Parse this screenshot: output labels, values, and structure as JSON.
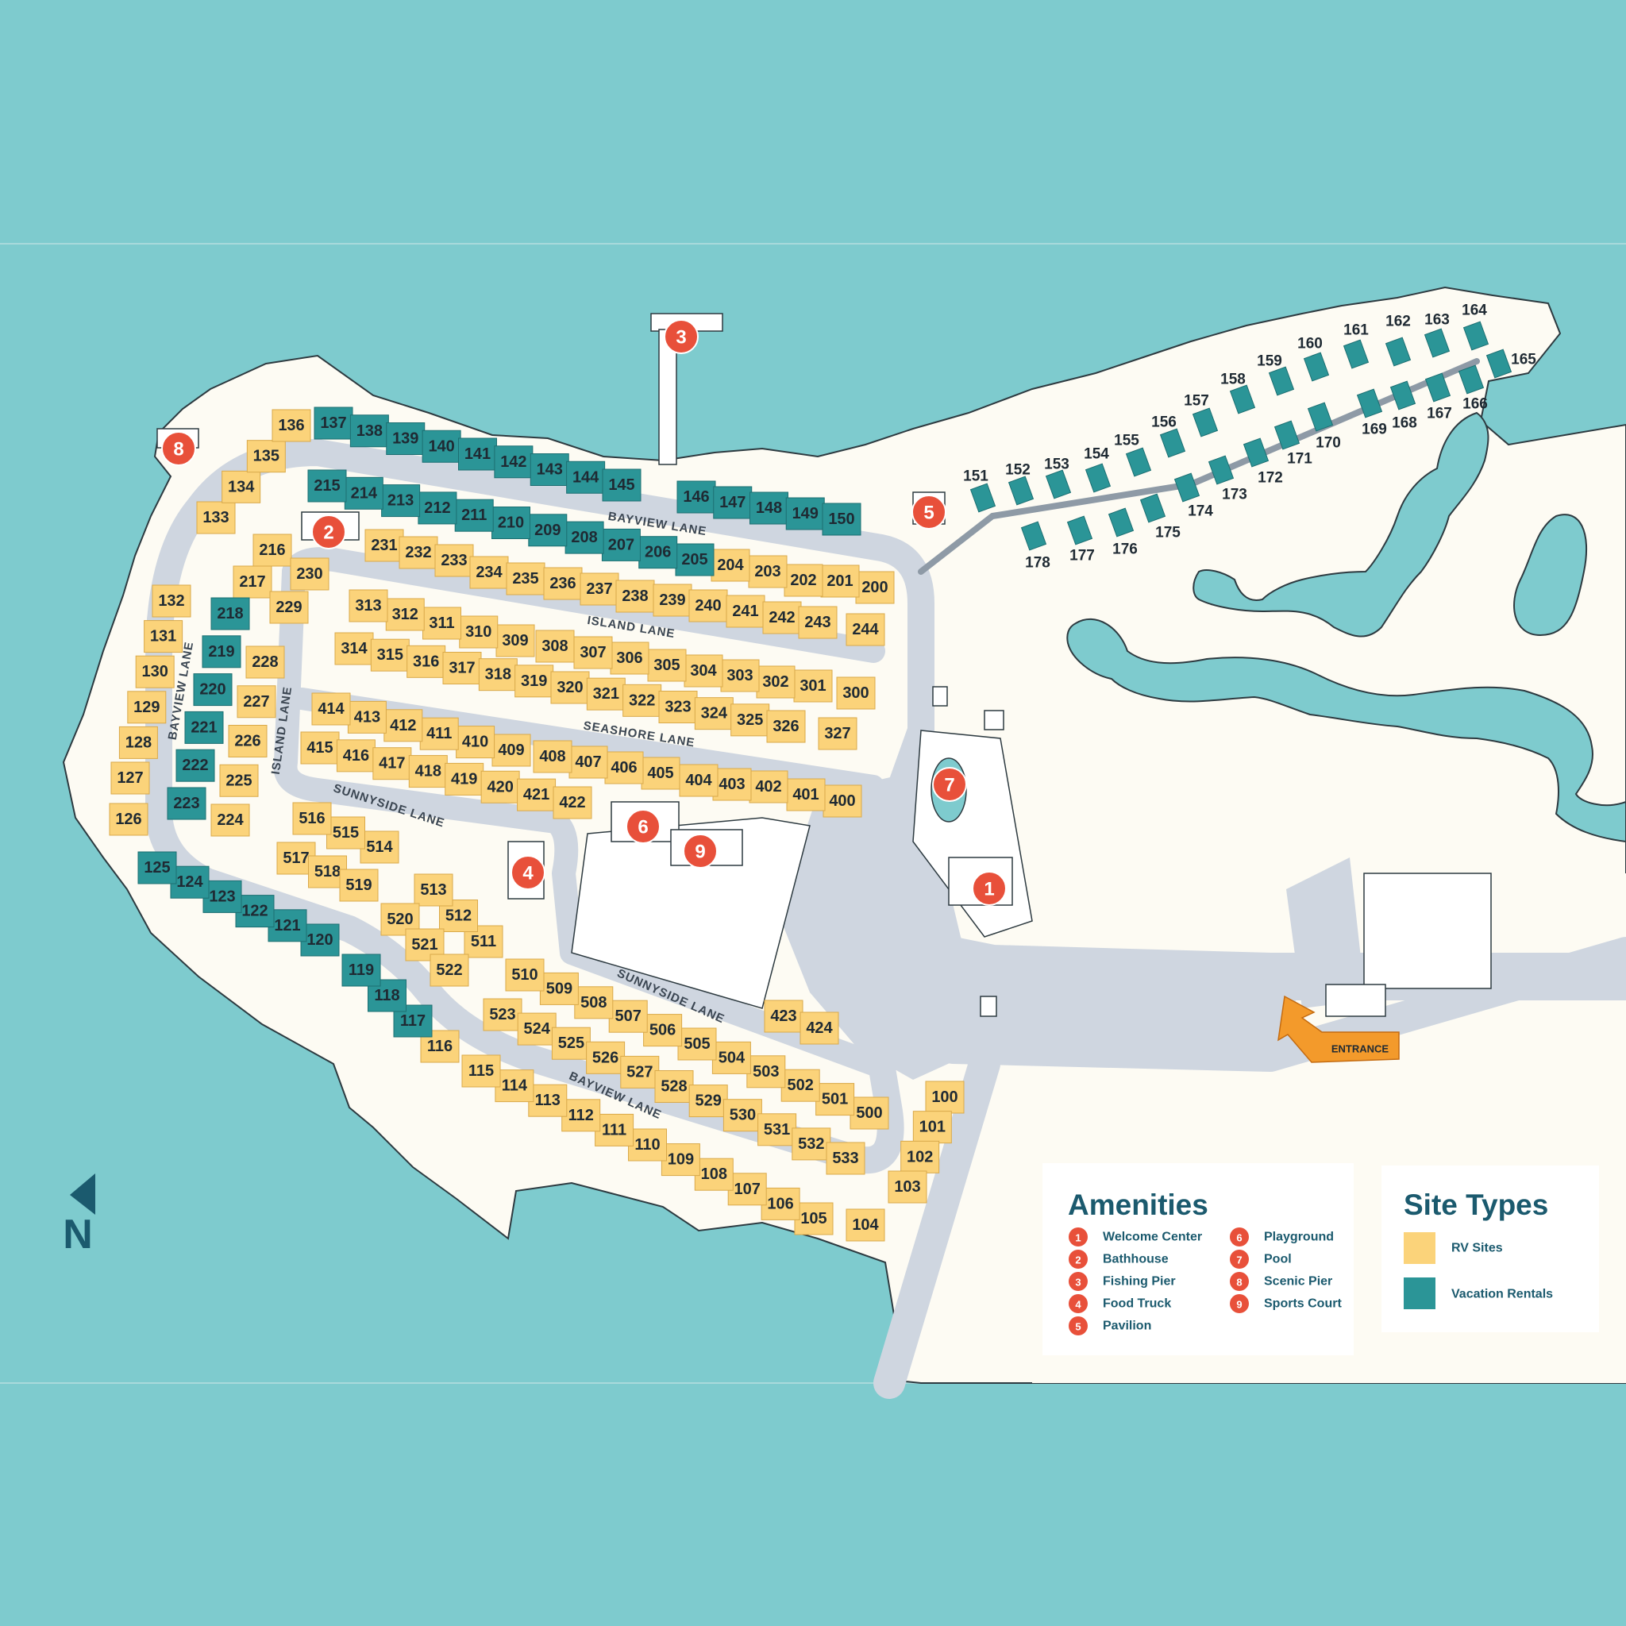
{
  "colors": {
    "water": "#7ecbce",
    "land": "#fdfbf3",
    "road": "#cfd6e0",
    "rv": "#fbd37a",
    "rental": "#2b9597",
    "amenity": "#e8503a",
    "entrance": "#f39a2b",
    "legend_text": "#1b5a6e"
  },
  "compass": {
    "label": "N"
  },
  "lanes": [
    {
      "id": "bayview-north",
      "label": "BAYVIEW LANE"
    },
    {
      "id": "bayview-west",
      "label": "BAYVIEW LANE"
    },
    {
      "id": "island-west",
      "label": "ISLAND LANE"
    },
    {
      "id": "island-main",
      "label": "ISLAND LANE"
    },
    {
      "id": "seashore",
      "label": "SEASHORE LANE"
    },
    {
      "id": "sunnyside-west",
      "label": "SUNNYSIDE LANE"
    },
    {
      "id": "sunnyside-east",
      "label": "SUNNYSIDE LANE"
    },
    {
      "id": "bayview-south",
      "label": "BAYVIEW LANE"
    }
  ],
  "entrance_label": "ENTRANCE",
  "amenity_pins": [
    "1",
    "2",
    "3",
    "4",
    "5",
    "6",
    "7",
    "8",
    "9"
  ],
  "rv_sites": [
    "100",
    "101",
    "102",
    "103",
    "104",
    "105",
    "106",
    "107",
    "108",
    "109",
    "110",
    "111",
    "112",
    "113",
    "114",
    "115",
    "116",
    "126",
    "127",
    "128",
    "129",
    "130",
    "131",
    "132",
    "133",
    "134",
    "135",
    "136",
    "200",
    "201",
    "202",
    "203",
    "204",
    "216",
    "217",
    "224",
    "225",
    "226",
    "227",
    "228",
    "229",
    "230",
    "231",
    "232",
    "233",
    "234",
    "235",
    "236",
    "237",
    "238",
    "239",
    "240",
    "241",
    "242",
    "243",
    "244",
    "300",
    "301",
    "302",
    "303",
    "304",
    "305",
    "306",
    "307",
    "308",
    "309",
    "310",
    "311",
    "312",
    "313",
    "314",
    "315",
    "316",
    "317",
    "318",
    "319",
    "320",
    "321",
    "322",
    "323",
    "324",
    "325",
    "326",
    "327",
    "400",
    "401",
    "402",
    "403",
    "404",
    "405",
    "406",
    "407",
    "408",
    "409",
    "410",
    "411",
    "412",
    "413",
    "414",
    "415",
    "416",
    "417",
    "418",
    "419",
    "420",
    "421",
    "422",
    "423",
    "424",
    "500",
    "501",
    "502",
    "503",
    "504",
    "505",
    "506",
    "507",
    "508",
    "509",
    "510",
    "511",
    "512",
    "513",
    "514",
    "515",
    "516",
    "517",
    "518",
    "519",
    "520",
    "521",
    "522",
    "523",
    "524",
    "525",
    "526",
    "527",
    "528",
    "529",
    "530",
    "531",
    "532",
    "533"
  ],
  "rental_sites": [
    "117",
    "118",
    "119",
    "120",
    "121",
    "122",
    "123",
    "124",
    "125",
    "137",
    "138",
    "139",
    "140",
    "141",
    "142",
    "143",
    "144",
    "145",
    "146",
    "147",
    "148",
    "149",
    "150",
    "205",
    "206",
    "207",
    "208",
    "209",
    "210",
    "211",
    "212",
    "213",
    "214",
    "215",
    "218",
    "219",
    "220",
    "221",
    "222",
    "223"
  ],
  "cabins": [
    "151",
    "152",
    "153",
    "154",
    "155",
    "156",
    "157",
    "158",
    "159",
    "160",
    "161",
    "162",
    "163",
    "164",
    "165",
    "166",
    "167",
    "168",
    "169",
    "170",
    "171",
    "172",
    "173",
    "174",
    "175",
    "176",
    "177",
    "178"
  ],
  "legend": {
    "amenities_title": "Amenities",
    "amenities": [
      {
        "num": "1",
        "label": "Welcome Center"
      },
      {
        "num": "2",
        "label": "Bathhouse"
      },
      {
        "num": "3",
        "label": "Fishing Pier"
      },
      {
        "num": "4",
        "label": "Food Truck"
      },
      {
        "num": "5",
        "label": "Pavilion"
      },
      {
        "num": "6",
        "label": "Playground"
      },
      {
        "num": "7",
        "label": "Pool"
      },
      {
        "num": "8",
        "label": "Scenic Pier"
      },
      {
        "num": "9",
        "label": "Sports Court"
      }
    ],
    "site_types_title": "Site Types",
    "site_types": [
      {
        "label": "RV Sites",
        "color": "#fbd37a"
      },
      {
        "label": "Vacation Rentals",
        "color": "#2b9597"
      }
    ]
  }
}
